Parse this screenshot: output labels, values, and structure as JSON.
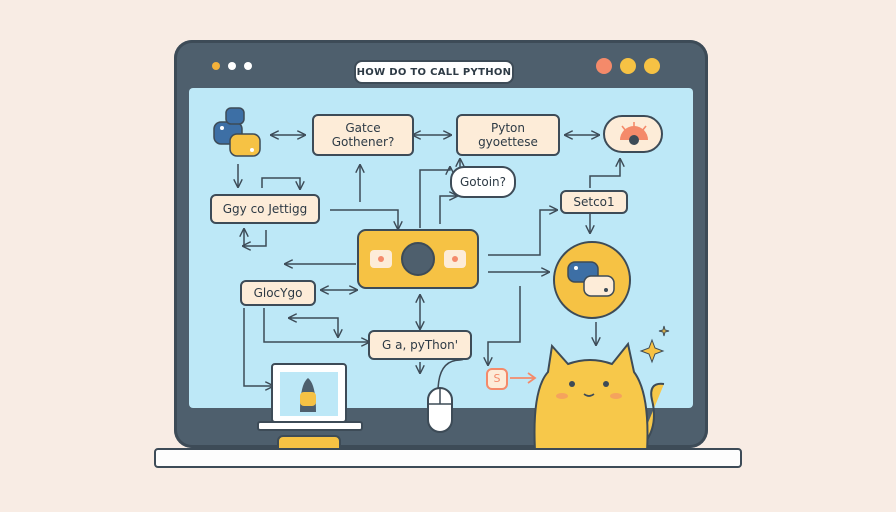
{
  "title": "HOW DO TO CALL PYTHON",
  "window_dots": {
    "left": [
      "#f3b13a",
      "#ffffff",
      "#ffffff"
    ],
    "right": [
      "#f48a6a",
      "#f6c244",
      "#f6c244"
    ]
  },
  "nodes": {
    "gatce": "Gatce\nGothener?",
    "pyton": "Pyton\ngyoettese",
    "gotoin": "Gotoin?",
    "setcol": "Setco1",
    "gjetigg": "Ggy co Jettigg",
    "glocygo": "GlocYgo",
    "gapython": "G a, pyThon'",
    "s_tag": "S"
  },
  "colors": {
    "accent": "#f6c244",
    "cat": "#f7c84a",
    "python_blue": "#3d6fa5",
    "python_yellow": "#f6c244",
    "outline": "#3d4b57",
    "screen": "#bde8f7"
  }
}
